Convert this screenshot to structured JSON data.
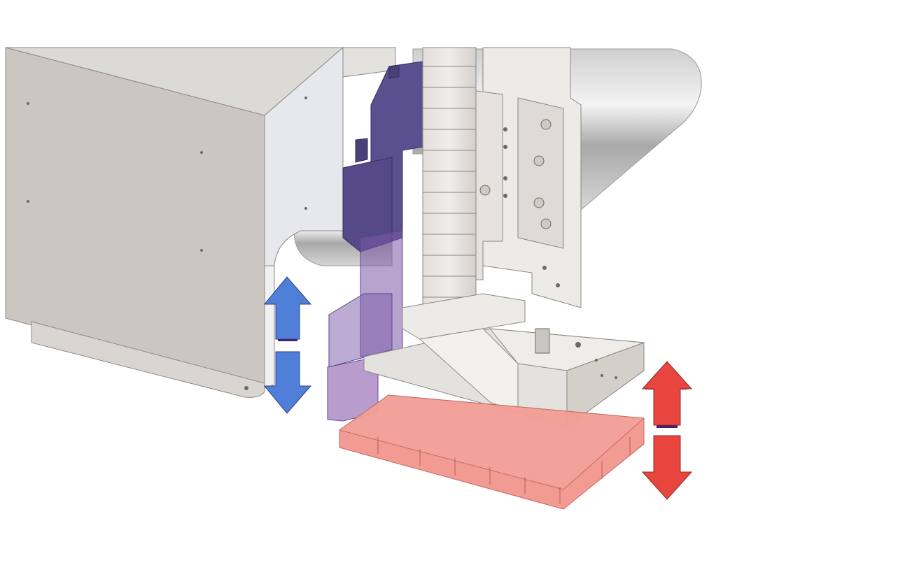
{
  "figure": {
    "description_visible_text": "",
    "colors": {
      "background": "#ffffff",
      "housing_front": "#cbc6c1",
      "housing_top": "#dcdad4",
      "housing_side": "#e6e8ee",
      "metal_light": "#ecebe8",
      "metal_mid": "#d8d5d0",
      "metal_dark": "#b8b4ae",
      "purple_slide": "#5a4f8f",
      "purple_transparent": "#7a5aa8",
      "red_tray": "#ee8a80",
      "arrow_blue": "#4f7fd8",
      "arrow_red": "#e8453e",
      "arrow_shadow": "#4a1d6b"
    },
    "indicators": [
      {
        "name": "vertical-motion-arrow-blue",
        "color": "arrow_blue",
        "direction": "up-down"
      },
      {
        "name": "vertical-motion-arrow-red",
        "color": "arrow_red",
        "direction": "up-down"
      }
    ]
  }
}
